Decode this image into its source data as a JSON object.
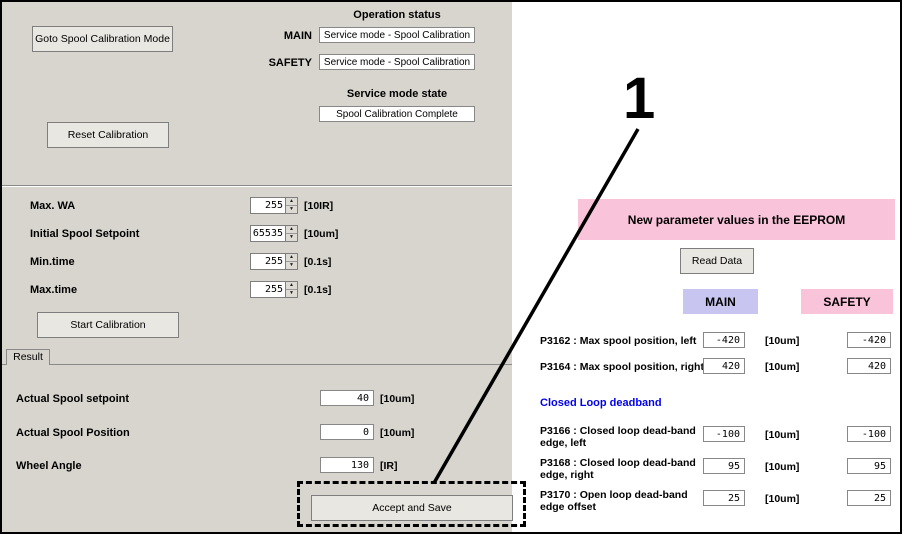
{
  "annotation": {
    "callout_number": "1"
  },
  "operation_status": {
    "title": "Operation status",
    "main_label": "MAIN",
    "main_value": "Service mode - Spool Calibration",
    "safety_label": "SAFETY",
    "safety_value": "Service mode - Spool Calibration",
    "service_mode_title": "Service mode state",
    "service_mode_value": "Spool Calibration Complete"
  },
  "buttons": {
    "goto_spool": "Goto Spool Calibration Mode",
    "reset_calibration": "Reset Calibration",
    "start_calibration": "Start Calibration",
    "accept_save": "Accept and Save",
    "read_data": "Read Data"
  },
  "calibration_inputs": [
    {
      "label": "Max. WA",
      "value": "255",
      "unit": "[10IR]"
    },
    {
      "label": "Initial Spool Setpoint",
      "value": "65535",
      "unit": "[10um]"
    },
    {
      "label": "Min.time",
      "value": "255",
      "unit": "[0.1s]"
    },
    {
      "label": "Max.time",
      "value": "255",
      "unit": "[0.1s]"
    }
  ],
  "result_tab": {
    "tab_label": "Result",
    "fields": [
      {
        "label": "Actual Spool setpoint",
        "value": "40",
        "unit": "[10um]"
      },
      {
        "label": "Actual Spool Position",
        "value": "0",
        "unit": "[10um]"
      },
      {
        "label": "Wheel Angle",
        "value": "130",
        "unit": "[IR]"
      }
    ]
  },
  "eeprom": {
    "banner": "New parameter values in the EEPROM",
    "main_header": "MAIN",
    "safety_header": "SAFETY",
    "section_header": "Closed Loop deadband",
    "rows": [
      {
        "label": "P3162 : Max spool position, left",
        "main": "-420",
        "unit": "[10um]",
        "safety": "-420"
      },
      {
        "label": "P3164 : Max spool position, right",
        "main": "420",
        "unit": "[10um]",
        "safety": "420"
      },
      {
        "label": "P3166 : Closed loop dead-band edge, left",
        "main": "-100",
        "unit": "[10um]",
        "safety": "-100"
      },
      {
        "label": "P3168 : Closed loop dead-band edge, right",
        "main": "95",
        "unit": "[10um]",
        "safety": "95"
      },
      {
        "label": "P3170 : Open loop dead-band edge offset",
        "main": "25",
        "unit": "[10um]",
        "safety": "25"
      }
    ]
  },
  "colors": {
    "panel_gray": "#d8d5ce",
    "pink_accent": "#f9c3da",
    "lavender_accent": "#c8c6f0",
    "section_blue": "#0000ee"
  }
}
